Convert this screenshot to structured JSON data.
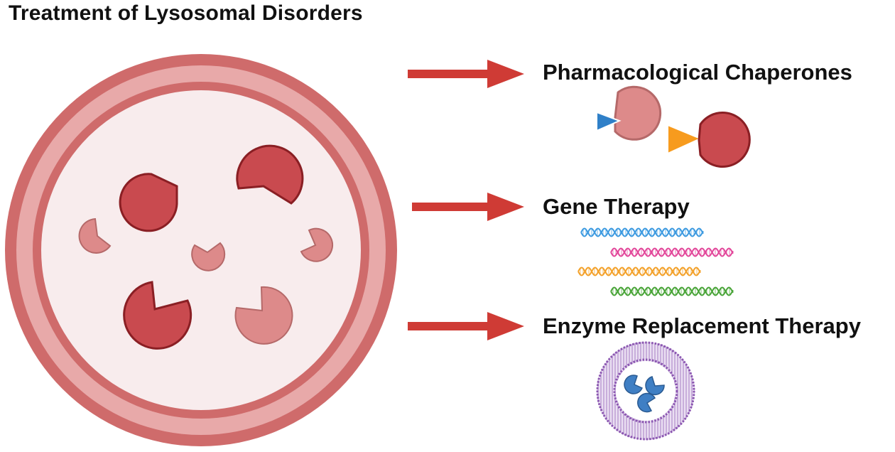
{
  "title": "Treatment of Lysosomal Disorders",
  "treatments": [
    {
      "label": "Pharmacological Chaperones"
    },
    {
      "label": "Gene Therapy"
    },
    {
      "label": "Enzyme Replacement Therapy"
    }
  ],
  "colors": {
    "lysosome_outer": "#cf6b6b",
    "lysosome_ring": "#e8a9a9",
    "lysosome_lumen": "#f8eced",
    "enzyme_dark": "#c94a4f",
    "enzyme_dark_stroke": "#8a1f24",
    "enzyme_light": "#dd8a8a",
    "enzyme_light_stroke": "#b56969",
    "arrow": "#cf3b35",
    "chaperone_blue": "#2f80c8",
    "chaperone_orange": "#f79b1e",
    "dna_blue": "#3d9ae0",
    "dna_pink": "#e2479a",
    "dna_orange": "#f3a12a",
    "dna_green": "#49a438",
    "liposome_purple": "#8a55b0",
    "ert_enzyme_blue": "#3f7fc4"
  }
}
